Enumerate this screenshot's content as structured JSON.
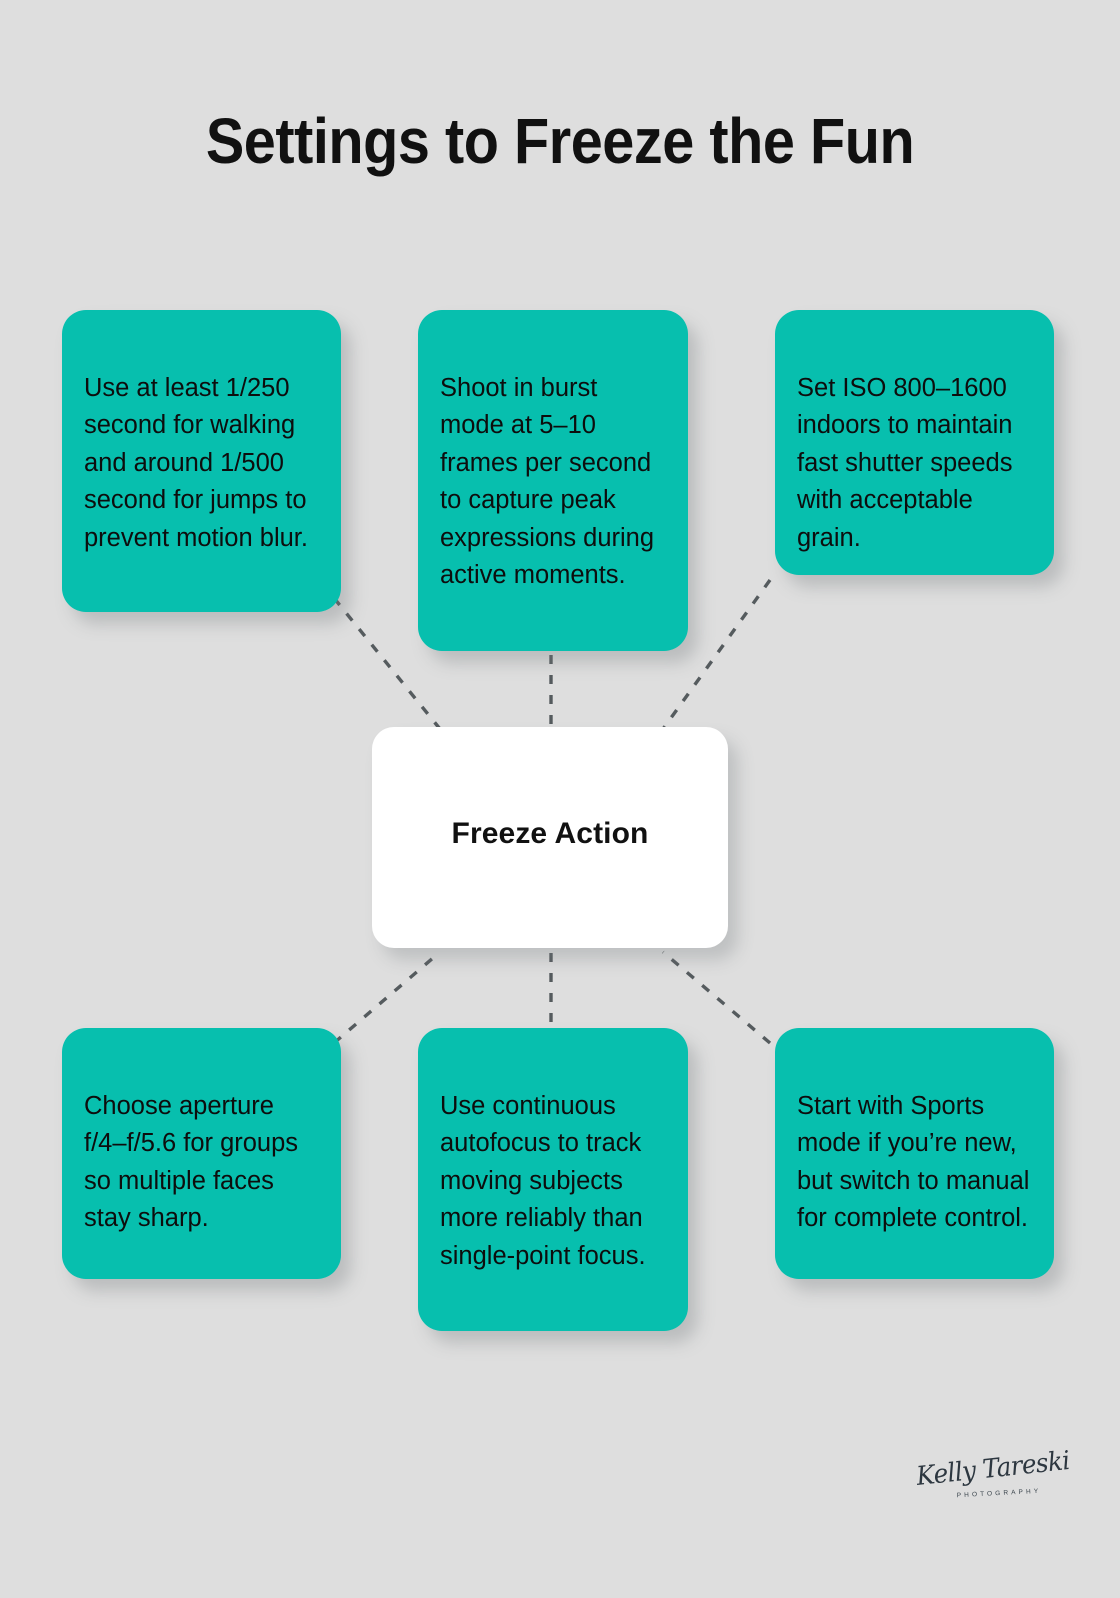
{
  "page": {
    "title": "Settings to Freeze the Fun",
    "background_color": "#dedede",
    "accent_color": "#07bfae",
    "hub_color": "#ffffff",
    "connector_color": "#555b5e",
    "text_color": "#0d0d0d"
  },
  "hub": {
    "label": "Freeze Action"
  },
  "cards": [
    {
      "id": "card-1",
      "position": "top-left",
      "text": "Use at least 1/250 second for walking and around 1/500 second for jumps to prevent motion blur."
    },
    {
      "id": "card-2",
      "position": "top-center",
      "text": "Shoot in burst mode at 5–10 frames per second to capture peak expressions during active moments."
    },
    {
      "id": "card-3",
      "position": "top-right",
      "text": "Set ISO 800–1600 indoors to maintain fast shutter speeds with acceptable grain."
    },
    {
      "id": "card-4",
      "position": "bottom-left",
      "text": "Choose aperture f/4–f/5.6 for groups so multiple faces stay sharp."
    },
    {
      "id": "card-5",
      "position": "bottom-center",
      "text": "Use continuous autofocus to track moving subjects more reliably than single-point focus."
    },
    {
      "id": "card-6",
      "position": "bottom-right",
      "text": "Start with Sports mode if you’re new, but switch to manual for complete control."
    }
  ],
  "watermark": {
    "name": "Kelly Tareski",
    "subtitle": "PHOTOGRAPHY"
  }
}
